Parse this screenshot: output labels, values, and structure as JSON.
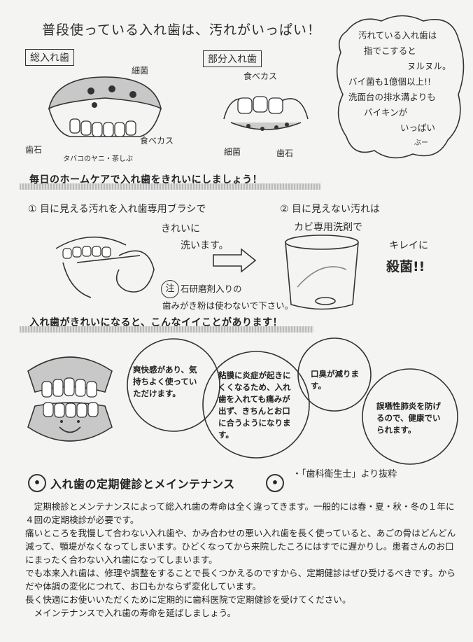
{
  "title": "普段使っている入れ歯は、汚れがいっぱい！",
  "illustration1": {
    "label": "総入れ歯",
    "annotations": [
      "細菌",
      "食べカス",
      "歯石",
      "タバコのヤニ・茶しぶ"
    ]
  },
  "illustration2": {
    "label": "部分入れ歯",
    "annotations": [
      "食べカス",
      "細菌",
      "歯石"
    ]
  },
  "cloud_note": {
    "lines": [
      "汚れている入れ歯は",
      "指でこすると",
      "ヌルヌル。",
      "バイ菌も1億個以上!!",
      "洗面台の排水溝よりも",
      "バイキンが",
      "いっぱい",
      "ぶー"
    ]
  },
  "banner1": "毎日のホームケアで入れ歯をきれいにしましょう！",
  "step1": {
    "lines": [
      "① 目に見える汚れを入れ歯専用ブラシで",
      "きれいに",
      "洗います。"
    ]
  },
  "step2": {
    "lines": [
      "② 目に見えない汚れは",
      "カビ専用洗剤で",
      "キレイに",
      "殺菌!!"
    ]
  },
  "caution": {
    "mark": "注",
    "lines": [
      "石研磨剤入りの",
      "歯みがき粉は使わないで下さい。"
    ]
  },
  "banner2": "入れ歯がきれいになると、こんなイイことがあります！",
  "bubbles": [
    "爽快感があり、気持ちよく使っていただけます。",
    "粘膜に炎症が起きにくくなるため、入れ歯を入れても痛みが出ず、きちんとお口に合うようになります。",
    "口臭が減ります。",
    "誤嚥性肺炎を防げるので、健康でいられます。"
  ],
  "source_note": "・「歯科衛生士」より抜粋",
  "section": {
    "heading": "入れ歯の定期健診とメインテナンス",
    "paragraphs": [
      "　定期検診とメンテナンスによって総入れ歯の寿命は全く違ってきます。一般的には春・夏・秋・冬の１年に４回の定期検診が必要です。",
      "痛いところを我慢して合わない入れ歯や、かみ合わせの悪い入れ歯を長く使っていると、あごの骨はどんどん減って、顎堤がなくなってしまいます。ひどくなってから来院したころにはすでに遅かりし。患者さんのお口にまったく合わない入れ歯になってしまいます。",
      "でも本来入れ歯は、修理や調整をすることで長くつかえるのですから、定期健診はぜひ受けるべきです。からだや体調の変化につれて、お口もかならず変化しています。",
      "長く快適にお使いいただくために定期的に歯科医院で定期健診を受けてください。",
      "　メインテナンスで入れ歯の寿命を延ばしましょう。"
    ]
  }
}
